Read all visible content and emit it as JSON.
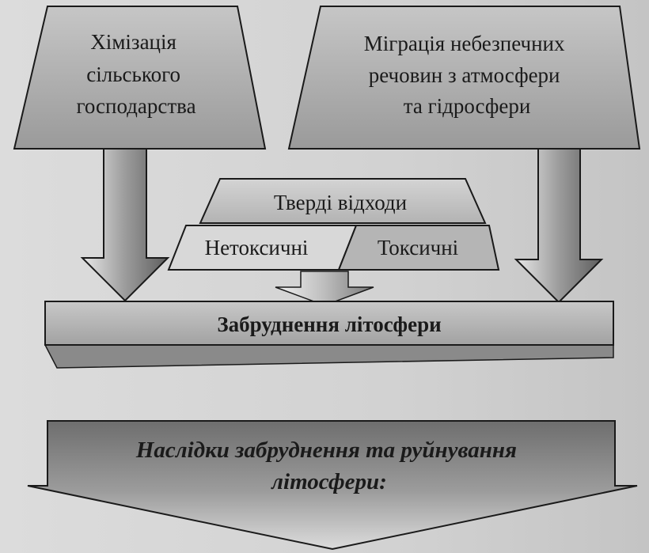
{
  "diagram": {
    "source_left": {
      "lines": [
        "Хімізація",
        "сільського",
        "господарства"
      ]
    },
    "source_right": {
      "lines": [
        "Міграція небезпечних",
        "речовин з атмосфери",
        "та гідросфери"
      ]
    },
    "solid_waste": {
      "title": "Тверді відходи",
      "non_toxic": "Нетоксичні",
      "toxic": "Токсичні"
    },
    "result_band": {
      "label": "Забруднення літосфери"
    },
    "consequences": {
      "lines": [
        "Наслідки забруднення та руйнування",
        "літосфери:"
      ]
    }
  },
  "colors": {
    "trapezoid_fill": "#a9a9a9",
    "band_fill": "#b0b0b0",
    "outline": "#1a1a1a"
  }
}
